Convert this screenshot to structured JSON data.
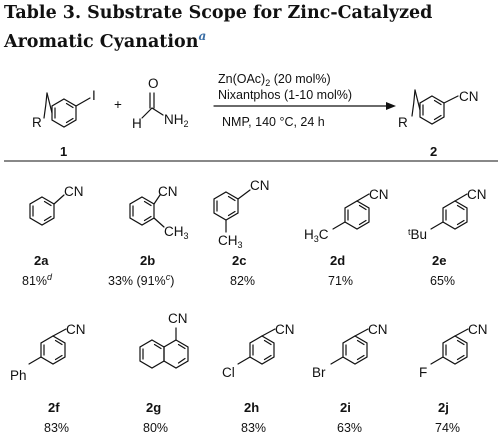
{
  "table": {
    "label": "Table 3.",
    "title": "Substrate Scope for Zinc-Catalyzed Aromatic Cyanation",
    "footnote_mark": "a"
  },
  "scheme": {
    "reactant_1": {
      "substituent": "R",
      "leaving_group": "I",
      "label": "1"
    },
    "plus": "+",
    "reagent": {
      "o": "O",
      "h": "H",
      "nh2": "NH2"
    },
    "conditions": [
      "Zn(OAc)2 (20 mol%)",
      "Nixantphos (1-10 mol%)",
      "NMP, 140 °C, 24 h"
    ],
    "product": {
      "substituent": "R",
      "group": "CN",
      "label": "2"
    }
  },
  "products": [
    {
      "id": "2a",
      "substituent": "",
      "yield": "81%",
      "note": "d"
    },
    {
      "id": "2b",
      "substituent": "CH3",
      "yield": "33% (91%c)"
    },
    {
      "id": "2c",
      "substituent": "CH3",
      "yield": "82%"
    },
    {
      "id": "2d",
      "substituent": "H3C",
      "yield": "71%"
    },
    {
      "id": "2e",
      "substituent": "tBu",
      "yield": "65%"
    },
    {
      "id": "2f",
      "substituent": "Ph",
      "yield": "83%"
    },
    {
      "id": "2g",
      "substituent": "",
      "yield": "80%"
    },
    {
      "id": "2h",
      "substituent": "Cl",
      "yield": "83%"
    },
    {
      "id": "2i",
      "substituent": "Br",
      "yield": "63%"
    },
    {
      "id": "2j",
      "substituent": "F",
      "yield": "74%"
    }
  ],
  "group_label": "CN"
}
